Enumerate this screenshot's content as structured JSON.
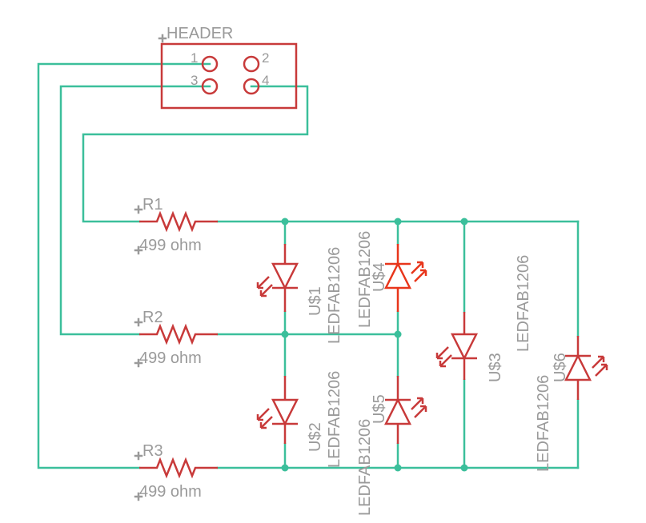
{
  "colors": {
    "wire": "#3bbf9b",
    "part": "#c83a3a",
    "highlight": "#e8361b",
    "label": "#9a9a9a",
    "background": "#ffffff"
  },
  "header": {
    "name": "HEADER",
    "pins": [
      "1",
      "2",
      "3",
      "4"
    ]
  },
  "resistors": [
    {
      "name": "R1",
      "value": "499 ohm"
    },
    {
      "name": "R2",
      "value": "499 ohm"
    },
    {
      "name": "R3",
      "value": "499 ohm"
    }
  ],
  "leds": [
    {
      "name": "U$1",
      "value": "LEDFAB1206"
    },
    {
      "name": "U$2",
      "value": "LEDFAB1206"
    },
    {
      "name": "U$3",
      "value": "LEDFAB1206"
    },
    {
      "name": "U$4",
      "value": "LEDFAB1206"
    },
    {
      "name": "U$5",
      "value": "LEDFAB1206"
    },
    {
      "name": "U$6",
      "value": "LEDFAB1206"
    }
  ],
  "icons": [
    "pin-pad-icon",
    "resistor-icon",
    "led-icon",
    "light-arrow-icon",
    "junction-dot-icon",
    "origin-cross-icon"
  ]
}
